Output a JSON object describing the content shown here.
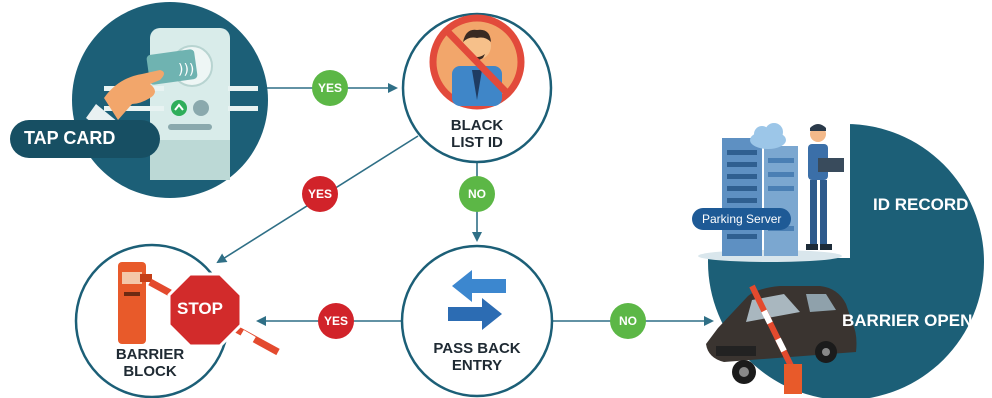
{
  "nodes": {
    "tap_card": {
      "label": "TAP CARD"
    },
    "blacklist": {
      "line1": "BLACK",
      "line2": "LIST ID"
    },
    "pass_back": {
      "line1": "PASS BACK",
      "line2": "ENTRY"
    },
    "barrier_block": {
      "line1": "BARRIER",
      "line2": "BLOCK",
      "sign": "STOP"
    },
    "id_record": {
      "label": "ID RECORD",
      "server_label": "Parking Server"
    },
    "barrier_open": {
      "label": "BARRIER OPEN"
    }
  },
  "edges": {
    "tap_to_blacklist": "YES",
    "blacklist_to_block": "YES",
    "blacklist_to_passback": "NO",
    "passback_to_block": "YES",
    "passback_to_open": "NO"
  },
  "colors": {
    "teal": "#1c5f77",
    "teal_dark": "#174f63",
    "green": "#5cb746",
    "red": "#d1232a",
    "line": "#2f6f86"
  },
  "icons": {
    "tap_card": "card-reader-icon",
    "blacklist": "banned-person-icon",
    "pass_back": "swap-arrows-icon",
    "barrier_block": "parking-barrier-icon",
    "id_record": "server-operator-icon",
    "barrier_open": "car-barrier-icon"
  }
}
